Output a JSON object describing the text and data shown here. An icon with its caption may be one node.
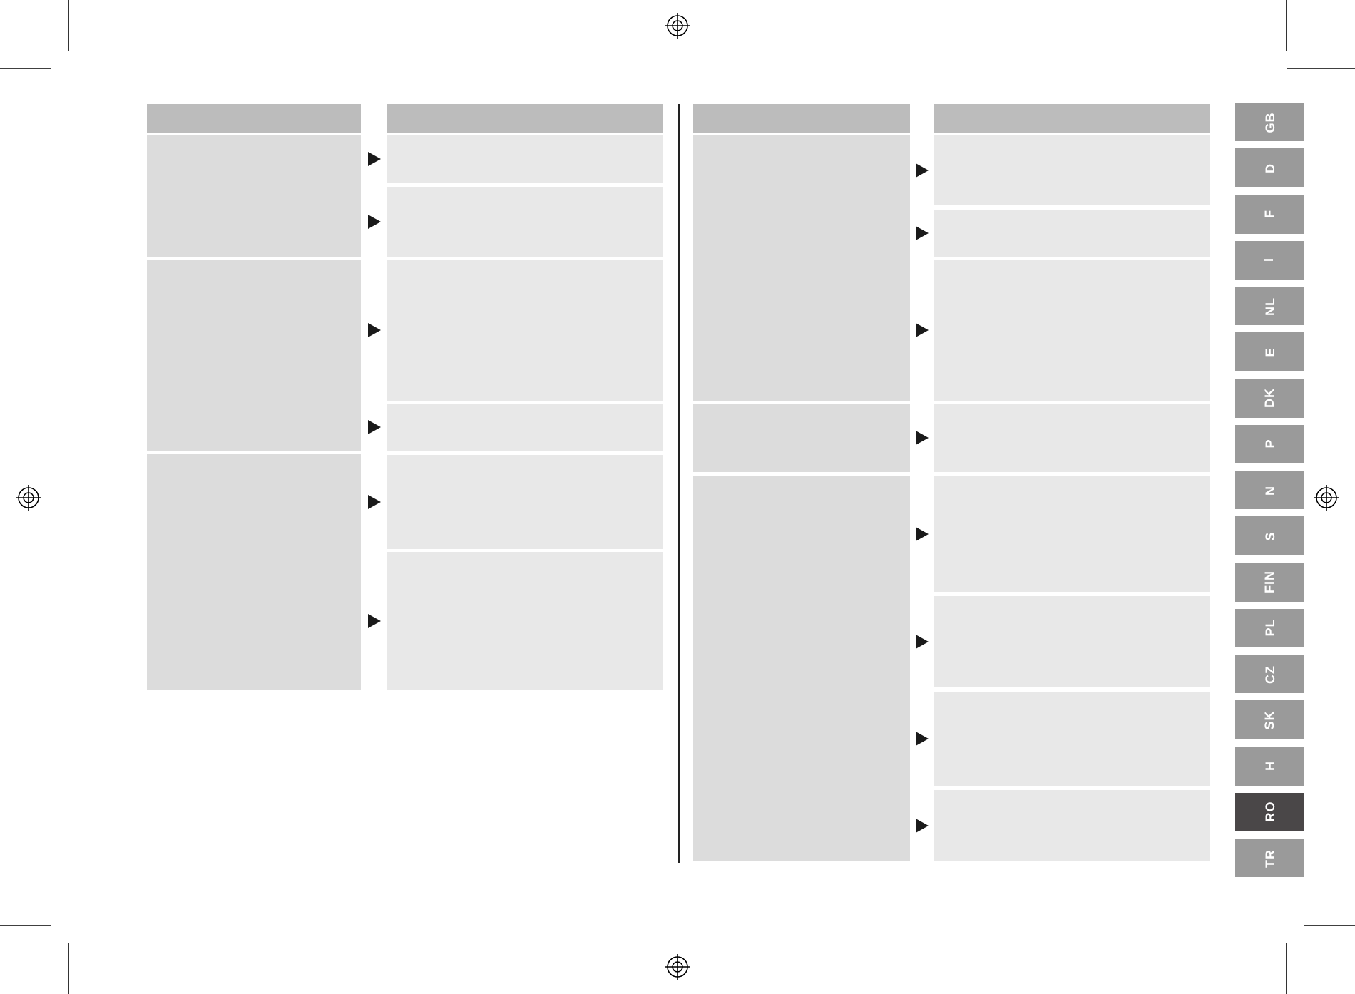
{
  "diagram": {
    "nodes": [
      {
        "text": [],
        "shape": "bar"
      },
      {
        "text": [],
        "shape": "bar"
      },
      {
        "text": [],
        "shape": "box"
      },
      {
        "text": [],
        "shape": "box"
      },
      {
        "text": [],
        "shape": "box"
      },
      {
        "text": [],
        "shape": "box"
      },
      {
        "text": [],
        "shape": "box"
      },
      {
        "text": [],
        "shape": "box"
      },
      {
        "text": [],
        "shape": "box"
      },
      {
        "text": [],
        "shape": "box"
      },
      {
        "text": [],
        "shape": "box"
      },
      {
        "text": [],
        "shape": "bar"
      },
      {
        "text": [],
        "shape": "bar"
      },
      {
        "text": [],
        "shape": "box"
      },
      {
        "text": [],
        "shape": "box"
      },
      {
        "text": [],
        "shape": "box"
      },
      {
        "text": [],
        "shape": "box"
      },
      {
        "text": [],
        "shape": "box"
      },
      {
        "text": [],
        "shape": "box"
      },
      {
        "text": [],
        "shape": "box"
      },
      {
        "text": [],
        "shape": "box"
      },
      {
        "text": [],
        "shape": "box"
      },
      {
        "text": [],
        "shape": "box"
      },
      {
        "text": [],
        "shape": "box"
      },
      {
        "text": [
          "GB"
        ]
      },
      {
        "text": [
          "D"
        ]
      },
      {
        "text": [
          "F"
        ]
      },
      {
        "text": [
          "I"
        ]
      },
      {
        "text": [
          "NL"
        ]
      },
      {
        "text": [
          "E"
        ]
      },
      {
        "text": [
          "DK"
        ]
      },
      {
        "text": [
          "P"
        ]
      },
      {
        "text": [
          "N"
        ]
      },
      {
        "text": [
          "S"
        ]
      },
      {
        "text": [
          "FIN"
        ]
      },
      {
        "text": [
          "PL"
        ]
      },
      {
        "text": [
          "CZ"
        ]
      },
      {
        "text": [
          "SK"
        ]
      },
      {
        "text": [
          "H"
        ]
      },
      {
        "text": [
          "RO"
        ]
      },
      {
        "text": [
          "TR"
        ]
      }
    ],
    "edges": [
      {
        "from": 2,
        "to": 3,
        "arrow": "to"
      },
      {
        "from": 2,
        "to": 4,
        "arrow": "to"
      },
      {
        "from": 5,
        "to": 6,
        "arrow": "to"
      },
      {
        "from": 5,
        "to": 7,
        "arrow": "to"
      },
      {
        "from": 8,
        "to": 9,
        "arrow": "to"
      },
      {
        "from": 8,
        "to": 10,
        "arrow": "to"
      },
      {
        "from": 13,
        "to": 14,
        "arrow": "to"
      },
      {
        "from": 13,
        "to": 15,
        "arrow": "to"
      },
      {
        "from": 13,
        "to": 16,
        "arrow": "to"
      },
      {
        "from": 17,
        "to": 18,
        "arrow": "to"
      },
      {
        "from": 19,
        "to": 20,
        "arrow": "to"
      },
      {
        "from": 19,
        "to": 21,
        "arrow": "to"
      },
      {
        "from": 19,
        "to": 22,
        "arrow": "to"
      },
      {
        "from": 19,
        "to": 23,
        "arrow": "to"
      }
    ]
  }
}
